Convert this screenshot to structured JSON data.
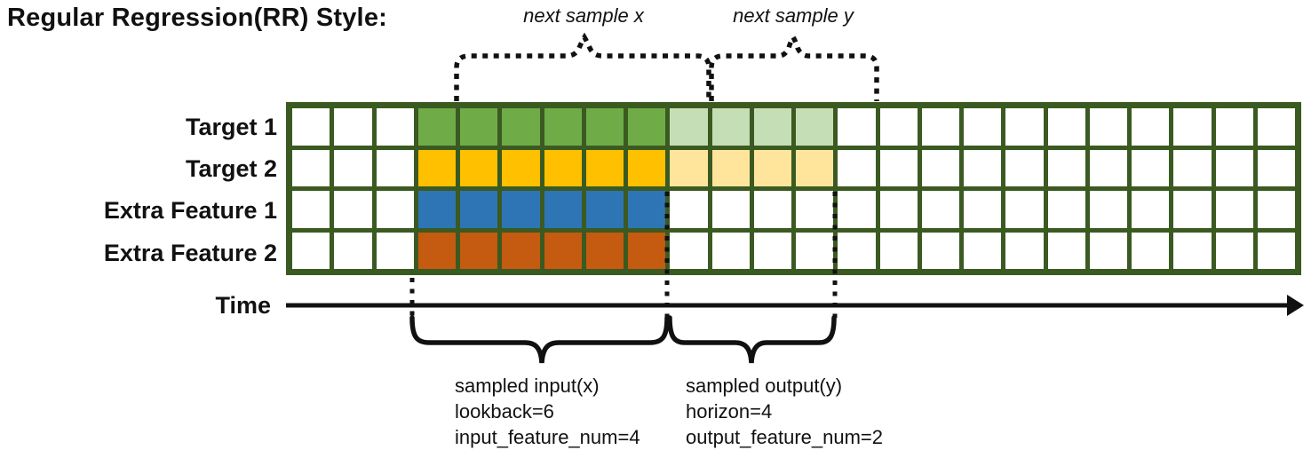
{
  "title": "Regular Regression(RR) Style:",
  "top_annotations": {
    "next_sample_x": "next sample x",
    "next_sample_y": "next sample y"
  },
  "grid": {
    "columns": 24,
    "line_color": "#3B5A21",
    "empty_cell_color": "#ffffff",
    "rows": [
      {
        "label": "Target 1",
        "type": "target",
        "input_color": "#6FAC47",
        "output_color": "#C6DEB5"
      },
      {
        "label": "Target 2",
        "type": "target",
        "input_color": "#FFC000",
        "output_color": "#FFE59B"
      },
      {
        "label": "Extra Feature 1",
        "type": "extra_feature",
        "input_color": "#2E75B6"
      },
      {
        "label": "Extra Feature 2",
        "type": "extra_feature",
        "input_color": "#C55A11"
      }
    ]
  },
  "sampling": {
    "input_start_col": 3,
    "lookback": 6,
    "horizon": 4,
    "input_feature_num": 4,
    "output_feature_num": 2
  },
  "axis": {
    "label": "Time"
  },
  "bottom_annotations": {
    "input": {
      "title": "sampled input(x)",
      "lookback": "lookback=6",
      "feature_num": "input_feature_num=4"
    },
    "output": {
      "title": "sampled output(y)",
      "horizon": "horizon=4",
      "feature_num": "output_feature_num=2"
    }
  }
}
